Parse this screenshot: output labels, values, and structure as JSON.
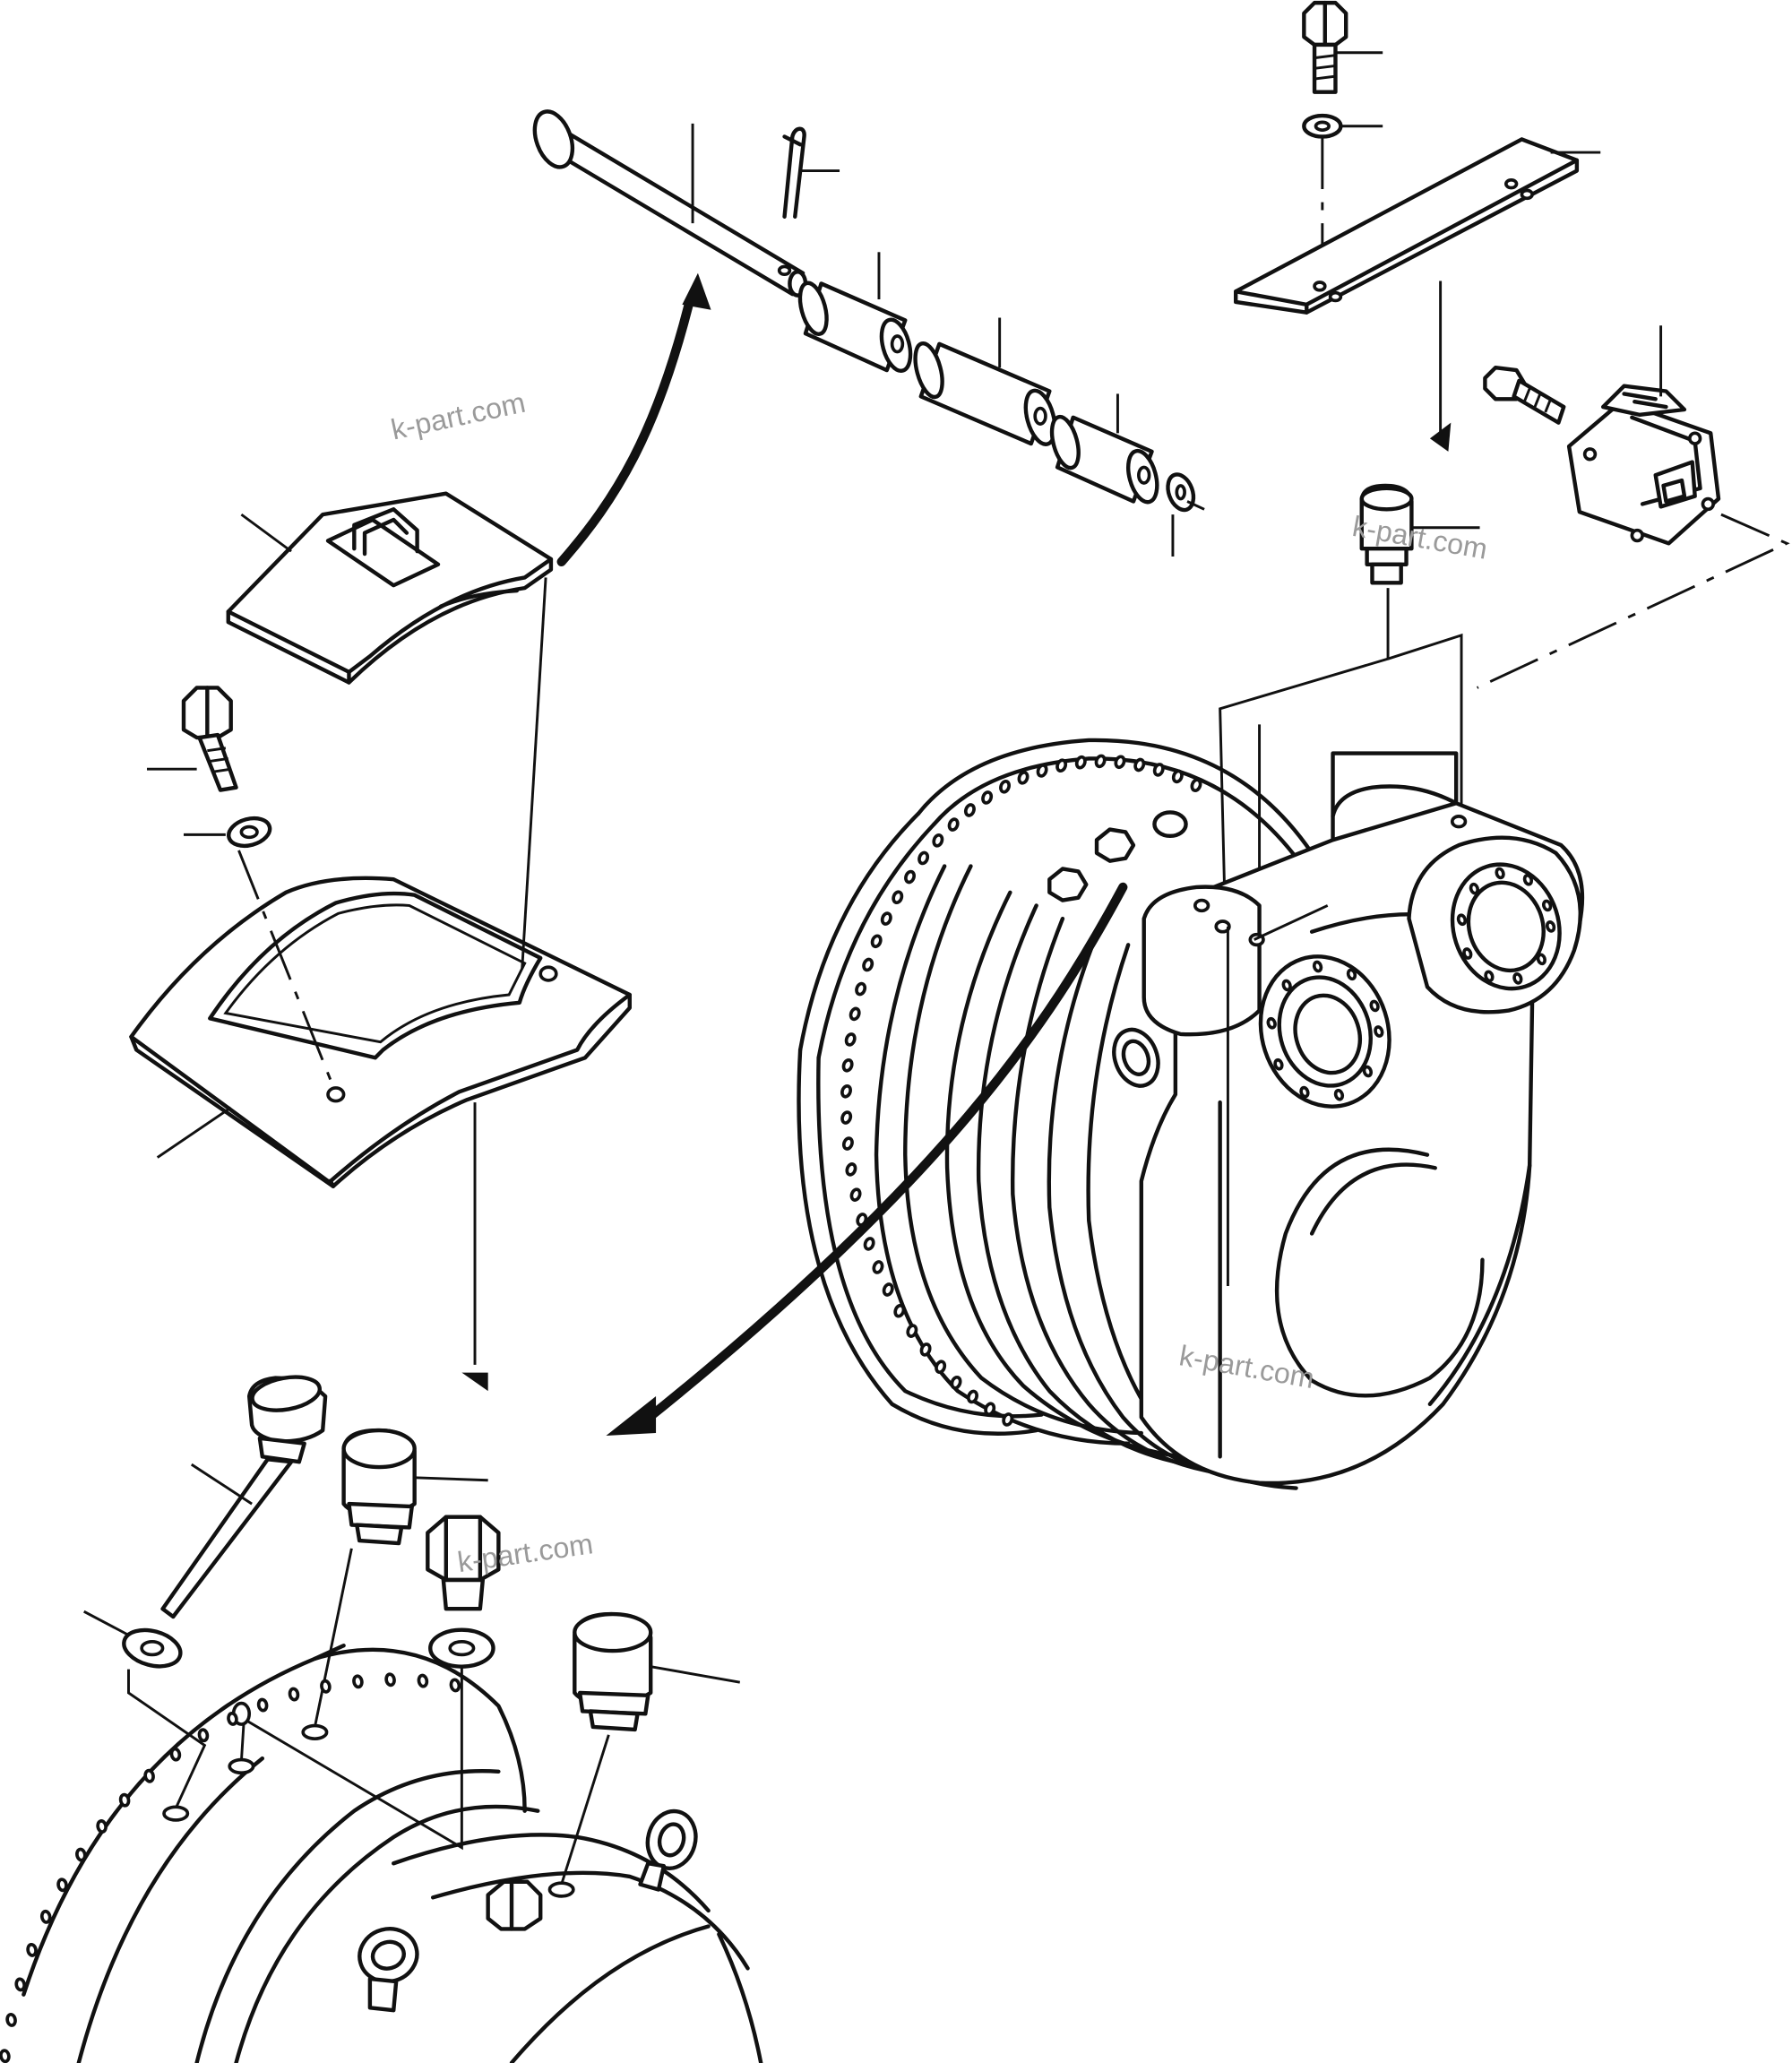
{
  "watermarks": {
    "top_left": "k-part.com",
    "right_middle": "k-part.com",
    "lower_right": "k-part.com",
    "lower_left": "k-part.com"
  },
  "colors": {
    "line": "#111111",
    "background": "#ffffff",
    "watermark": "#9a9a9a"
  }
}
